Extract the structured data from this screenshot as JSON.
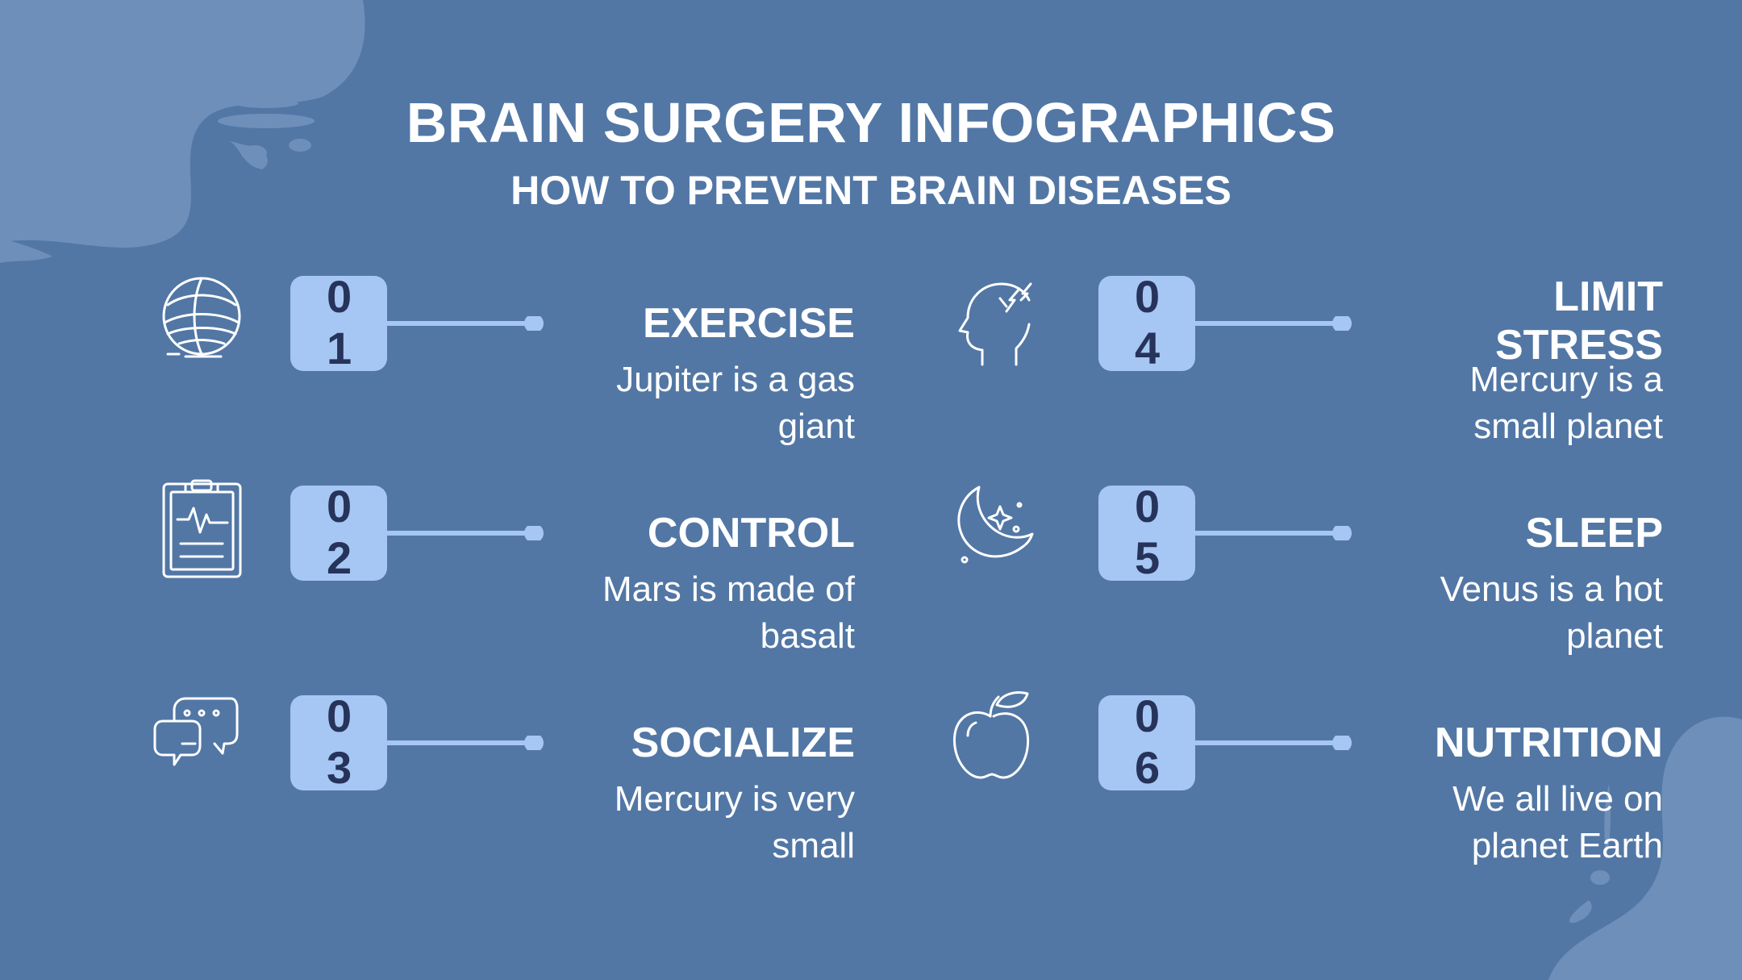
{
  "title": "BRAIN SURGERY INFOGRAPHICS",
  "subtitle": "HOW TO PREVENT BRAIN DISEASES",
  "colors": {
    "background": "#5277a5",
    "blob": "#6e8fba",
    "number_box": "#a6c6f3",
    "number_text": "#26335a",
    "connector": "#a6c6f3",
    "text": "#ffffff"
  },
  "items": [
    {
      "number": "01",
      "label": "EXERCISE",
      "desc": "Jupiter is a gas giant",
      "icon": "brain-icon"
    },
    {
      "number": "02",
      "label": "CONTROL",
      "desc": "Mars is made of basalt",
      "icon": "clipboard-heartbeat-icon"
    },
    {
      "number": "03",
      "label": "SOCIALIZE",
      "desc": "Mercury is very small",
      "icon": "chat-bubbles-icon"
    },
    {
      "number": "04",
      "label": "LIMIT STRESS",
      "desc": "Mercury is a small planet",
      "icon": "head-stress-icon"
    },
    {
      "number": "05",
      "label": "SLEEP",
      "desc": "Venus is a hot planet",
      "icon": "moon-stars-icon"
    },
    {
      "number": "06",
      "label": "NUTRITION",
      "desc": "We all live on planet Earth",
      "icon": "apple-icon"
    }
  ]
}
